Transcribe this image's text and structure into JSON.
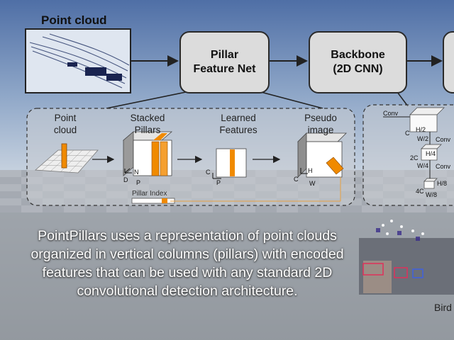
{
  "point_cloud_label": "Point cloud",
  "boxes": {
    "pillar_feature_net": [
      "Pillar",
      "Feature Net"
    ],
    "backbone": [
      "Backbone",
      "(2D CNN)"
    ]
  },
  "stages": [
    {
      "line1": "Point",
      "line2": "cloud"
    },
    {
      "line1": "Stacked",
      "line2": "Pillars"
    },
    {
      "line1": "Learned",
      "line2": "Features"
    },
    {
      "line1": "Pseudo",
      "line2": "image"
    }
  ],
  "axis_labels": {
    "stacked": {
      "d": "D",
      "n": "N",
      "p": "P"
    },
    "learned": {
      "c": "C",
      "p": "P"
    },
    "pseudo": {
      "c": "C",
      "h": "H",
      "w": "W"
    }
  },
  "pillar_index_label": "Pillar Index",
  "backbone_detail": {
    "conv1": "Conv",
    "conv2": "Conv",
    "conv3": "Conv",
    "c": "C",
    "h2": "H/2",
    "w2": "W/2",
    "c2": "2C",
    "h4": "H/4",
    "w4": "W/4",
    "c4": "4C",
    "h8": "H/8",
    "w8": "W/8"
  },
  "caption": "PointPillars uses a representation of point clouds organized in vertical columns (pillars) with encoded features that can be used with any standard 2D convolutional detection architecture.",
  "bird_label": "Bird"
}
